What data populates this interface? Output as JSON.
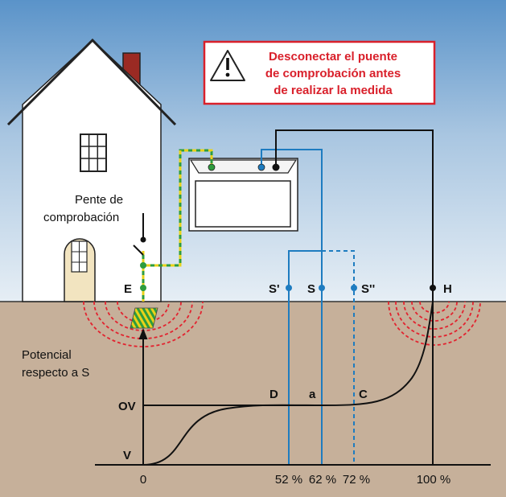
{
  "warning": {
    "icon": "warning-triangle-icon",
    "lines": [
      "Desconectar el puente",
      "de comprobación antes",
      "de realizar la medida"
    ],
    "color": "#d9202b"
  },
  "labels": {
    "bridge_line1": "Pente de",
    "bridge_line2": "comprobación",
    "potential_line1": "Potencial",
    "potential_line2": "respecto a  S"
  },
  "electrodes": {
    "E": "E",
    "S_prime": "S'",
    "S": "S",
    "S_double": "S''",
    "H": "H"
  },
  "curve_points": {
    "D": "D",
    "a": "a",
    "C": "C"
  },
  "axis": {
    "ov": "OV",
    "v": "V",
    "zero": "0",
    "p52": "52 %",
    "p62": "62 %",
    "p72": "72 %",
    "p100": "100 %"
  },
  "colors": {
    "sky_top": "#5a93c9",
    "sky_bottom": "#e4edf4",
    "ground": "#c6b09a",
    "blue_wire": "#1e7cc0",
    "green_wire": "#2e9c3e",
    "yellow_wire": "#e9d21a",
    "red_dash": "#e2232f"
  }
}
